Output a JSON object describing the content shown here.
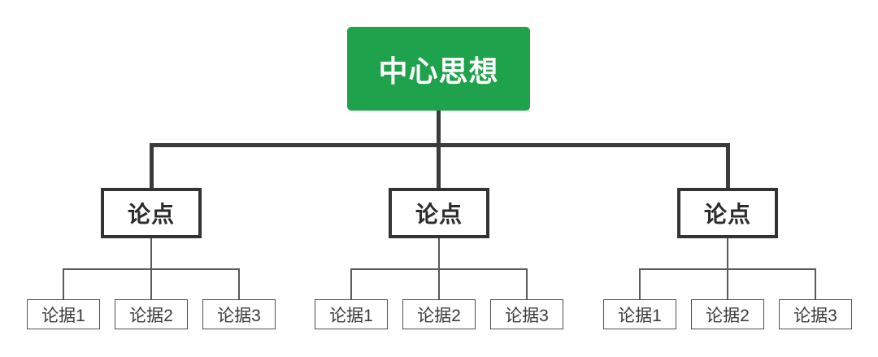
{
  "diagram": {
    "root": {
      "label": "中心思想"
    },
    "branches": [
      {
        "label": "论点",
        "children": [
          {
            "label": "论据1"
          },
          {
            "label": "论据2"
          },
          {
            "label": "论据3"
          }
        ]
      },
      {
        "label": "论点",
        "children": [
          {
            "label": "论据1"
          },
          {
            "label": "论据2"
          },
          {
            "label": "论据3"
          }
        ]
      },
      {
        "label": "论点",
        "children": [
          {
            "label": "论据1"
          },
          {
            "label": "论据2"
          },
          {
            "label": "论据3"
          }
        ]
      }
    ],
    "colors": {
      "root_bg": "#1FA24C",
      "root_text": "#FFFFFF",
      "thick_connector": "#3B3B3B",
      "thin_connector": "#5A5A5A",
      "branch_border": "#333333",
      "branch_text": "#2B2B2B",
      "leaf_border": "#4F4F4F",
      "leaf_text": "#3A3A3A",
      "background": "#FFFFFF"
    }
  }
}
